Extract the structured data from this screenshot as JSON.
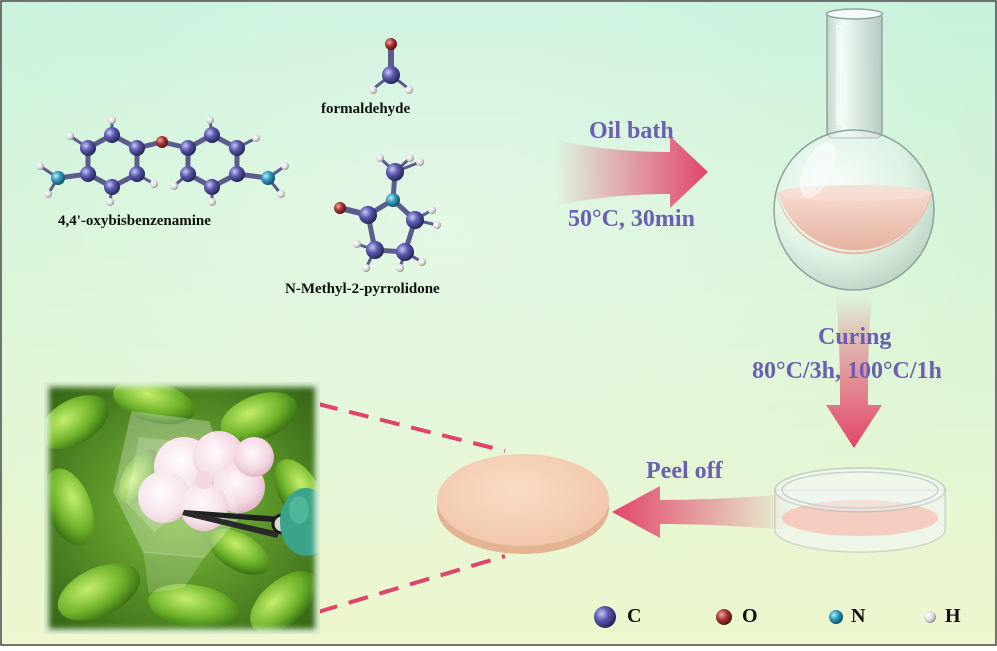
{
  "molecules": {
    "oda": "4,4'-oxybisbenzenamine",
    "formaldehyde": "formaldehyde",
    "nmp": "N-Methyl-2-pyrrolidone"
  },
  "steps": {
    "oil_bath_title": "Oil bath",
    "oil_bath_condition": "50°C, 30min",
    "curing_title": "Curing",
    "curing_condition": "80°C/3h, 100°C/1h",
    "peel_off": "Peel off"
  },
  "legend": [
    {
      "symbol": "C",
      "color": "#4b4a9a"
    },
    {
      "symbol": "O",
      "color": "#9b2a2a"
    },
    {
      "symbol": "N",
      "color": "#2a8db0"
    },
    {
      "symbol": "H",
      "color": "#e8e8e8"
    }
  ],
  "colors": {
    "background_top": "#cdf3dd",
    "background_bottom": "#eaf6cf",
    "arrow": "#e2466a",
    "film": "#f5cfb2",
    "solution": "#f3c9bb"
  }
}
